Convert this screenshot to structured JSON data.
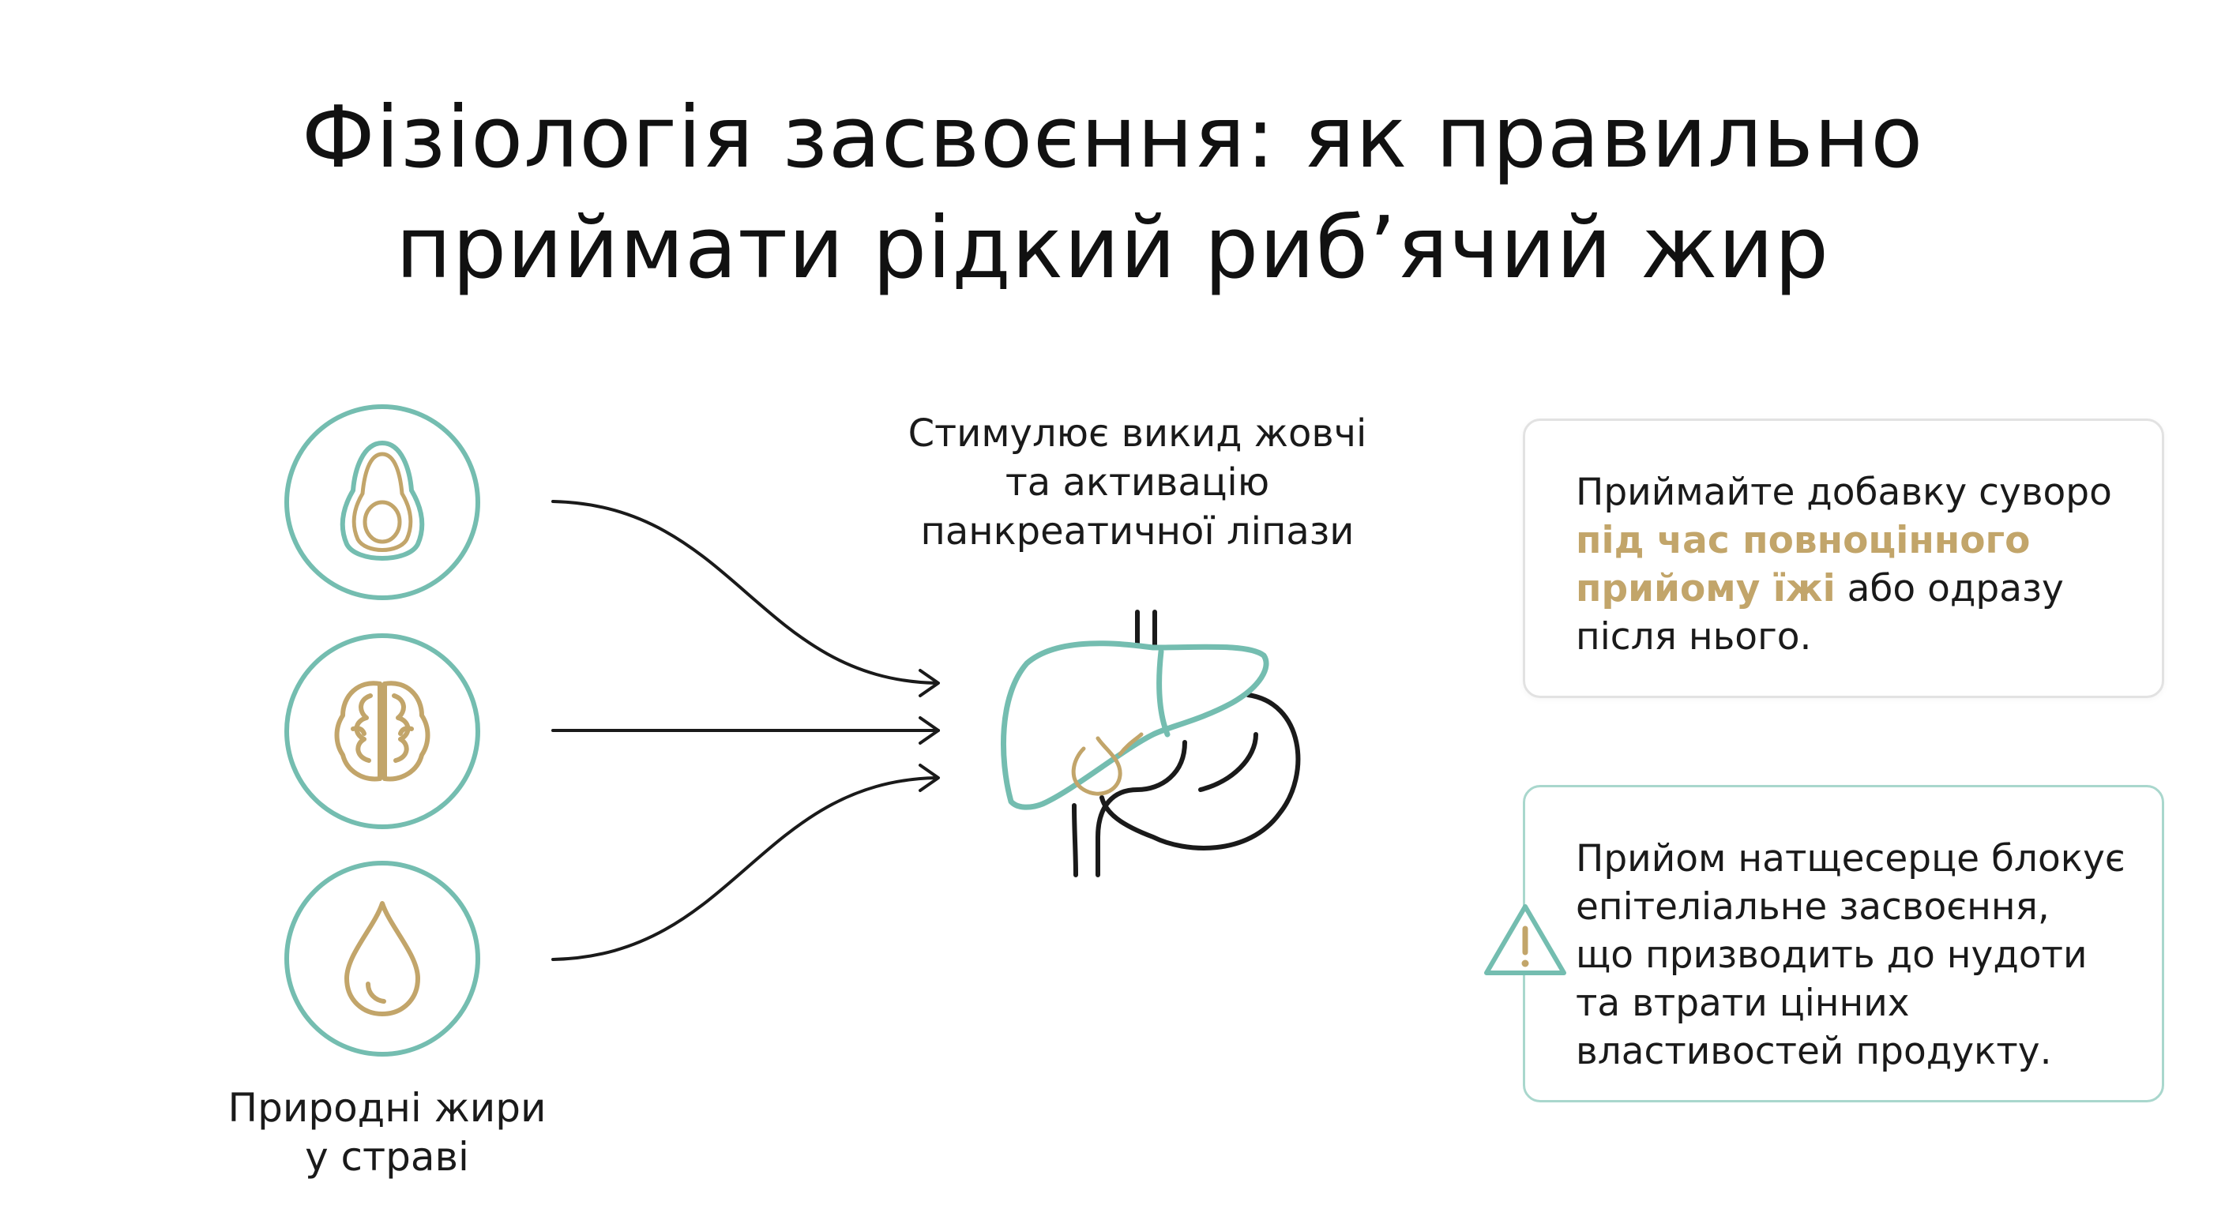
{
  "title": {
    "line1": "Фізіологія засвоєння: як правильно",
    "line2": "приймати рідкий риб’ячий жир"
  },
  "sources": {
    "icons": [
      "avocado-icon",
      "walnut-icon",
      "oil-drop-icon"
    ],
    "label_line1": "Природні жири",
    "label_line2": "у страві"
  },
  "organ": {
    "icon": "liver-stomach-icon",
    "label_line1": "Стимулює викид жовчі",
    "label_line2": "та активацію",
    "label_line3": "панкреатичної ліпази"
  },
  "card_intake": {
    "line1": "Приймайте добавку суворо",
    "accent1": "під час повноцінного",
    "accent2": "прийому їжі",
    "line3_rest": " або одразу",
    "line4": "після нього."
  },
  "card_warning": {
    "icon": "warning-triangle-icon",
    "line1": "Прийом натщесерце блокує",
    "line2": "епітеліальне засвоєння,",
    "line3": "що призводить до нудоти",
    "line4": "та втрати цінних",
    "line5": "властивостей продукту."
  },
  "colors": {
    "teal": "#74bdb0",
    "gold": "#c2a56a",
    "ink": "#1a1a1a"
  }
}
